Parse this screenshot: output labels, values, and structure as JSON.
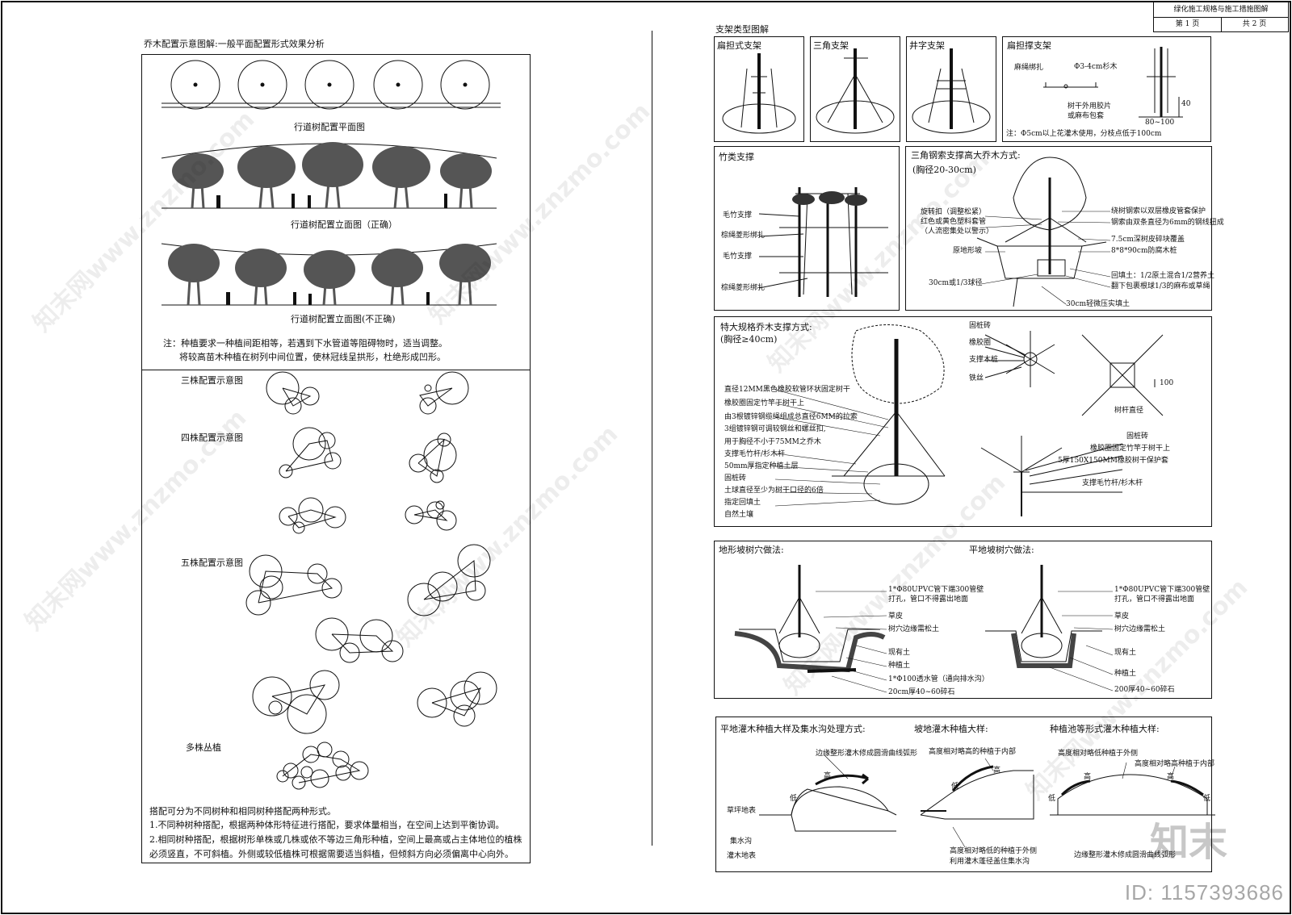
{
  "title_block": {
    "title": "绿化施工规格与施工措施图解",
    "page": "第 1 页",
    "total": "共 2 页"
  },
  "left": {
    "section_title": "乔木配置示意图解:一般平面配置形式效果分析",
    "plan_caption": "行道树配置平面图",
    "elev_correct_caption": "行道树配置立面图（正确）",
    "elev_incorrect_caption": "行道树配置立面图(不正确)",
    "note1": "注：种植要求一种植间距相等，若遇到下水管道等阻碍物时，适当调整。",
    "note2": "将较高苗木种植在树列中间位置，使林冠线呈拱形，杜绝形成凹形。",
    "three": "三株配置示意图",
    "four": "四株配置示意图",
    "five": "五株配置示意图",
    "multi": "多株丛植",
    "p1": "搭配可分为不同树种和相同树种搭配两种形式。",
    "p2": "1.不同种树种搭配，根据两种体形特征进行搭配，要求体量相当，在空间上达到平衡协调。",
    "p3": "2.相同树种搭配，根据树形单株或几株或依不等边三角形种植，空间上最高或占主体地位的植株",
    "p4": "必须竖直，不可斜植。外侧或较低植株可根据需要适当斜植，但倾斜方向必须偏离中心向外。"
  },
  "right": {
    "support_title": "支架类型图解",
    "fan": "扁担式支架",
    "tri": "三角支架",
    "jing": "井字支架",
    "bian": "扁担撑支架",
    "bian_labels": {
      "rope": "麻绳绑扎",
      "pole": "Φ3-4cm杉木",
      "pad1": "树干外用胶片",
      "pad2": "或麻布包套",
      "dim1": "80~100",
      "dim2": "40",
      "note": "注：Φ5cm以上花灌木使用，分枝点低于100cm"
    },
    "bamboo": "竹类支撑",
    "bamboo_labels": [
      "毛竹支撑",
      "棕绳菱形绑扎",
      "毛竹支撑",
      "棕绳菱形绑扎"
    ],
    "steel_title": "三角钢索支撑高大乔木方式:",
    "steel_sub": "(胸径20-30cm)",
    "steel_left": [
      "旋转扣（调整松紧）",
      "红色或黄色塑料套管",
      "（人流密集处以警示）",
      "原地形坡",
      "30cm或1/3球径"
    ],
    "steel_right": [
      "绕树钢索以双层橡皮管套保护",
      "钢索由双条直径为6mm的钢线扭成",
      "7.5cm深树皮碎块覆盖",
      "8*8*90cm防腐木桩",
      "回填土：1/2原土混合1/2营养土",
      "翻下包裹根球1/3的麻布或草绳",
      "30cm轻微压实填土"
    ],
    "large_title": "特大规格乔木支撑方式:",
    "large_sub": "(胸径≥40cm)",
    "large_left": [
      "直径12MM黑色橡胶软管环状固定树干",
      "橡胶圈固定竹竿于树干上",
      "由3根镀锌钢缆绳组成总直径6MM的拉索",
      "3组镀锌钢可调较钢丝和螺丝扣,",
      "用于胸径不小于75MM之乔木",
      "支撑毛竹杆/杉木杆",
      "50mm厚指定种植土层",
      "固桩砖",
      "土球直径至少为树干口径的6倍",
      "指定回填土",
      "自然土壤"
    ],
    "large_mid": [
      "固桩砖",
      "橡胶圈",
      "支撑木桩",
      "铁丝"
    ],
    "large_right": [
      "固桩砖",
      "橡胶圈固定竹竿于树干上",
      "5厚150X150MM橡胶树干保护套",
      "支撑毛竹杆/杉木杆"
    ],
    "large_dim": {
      "d1": "100",
      "d2": "树杆直径"
    },
    "slope_title": "地形坡树穴做法:",
    "flat_title": "平地坡树穴做法:",
    "slope_labels": [
      "1*Φ80UPVC管下端300管壁",
      "打孔，管口不得露出地面",
      "草皮",
      "树穴边缘需松土",
      "现有土",
      "种植土",
      "1*Φ100透水管（通向排水沟）",
      "20cm厚40~60碎石"
    ],
    "flat_labels": [
      "1*Φ80UPVC管下端300管壁",
      "打孔，管口不得露出地面",
      "草皮",
      "树穴边缘需松土",
      "现有土",
      "种植土",
      "200厚40~60碎石"
    ],
    "shrub_title1": "平地灌木种植大样及集水沟处理方式:",
    "shrub_title2": "坡地灌木种植大样:",
    "shrub_title3": "种植池等形式灌木种植大样:",
    "shrub_a": [
      "边缘整形灌木修成圆滑曲线弧形",
      "草坪地表",
      "集水沟",
      "灌木地表",
      "低",
      "高"
    ],
    "shrub_b": [
      "高度相对略高的种植于内部",
      "高度相对略低的种植于外侧",
      "利用灌木蓬径盖住集水沟",
      "低",
      "高"
    ],
    "shrub_c": [
      "高度相对略低种植于外侧",
      "高度相对略高种植于内部",
      "边缘整形灌木修成圆滑曲线弧形",
      "低",
      "高",
      "高",
      "低"
    ]
  },
  "watermark": {
    "site": "知末网www.znzmo.com",
    "logo": "知末",
    "id": "ID: 1157393686"
  }
}
